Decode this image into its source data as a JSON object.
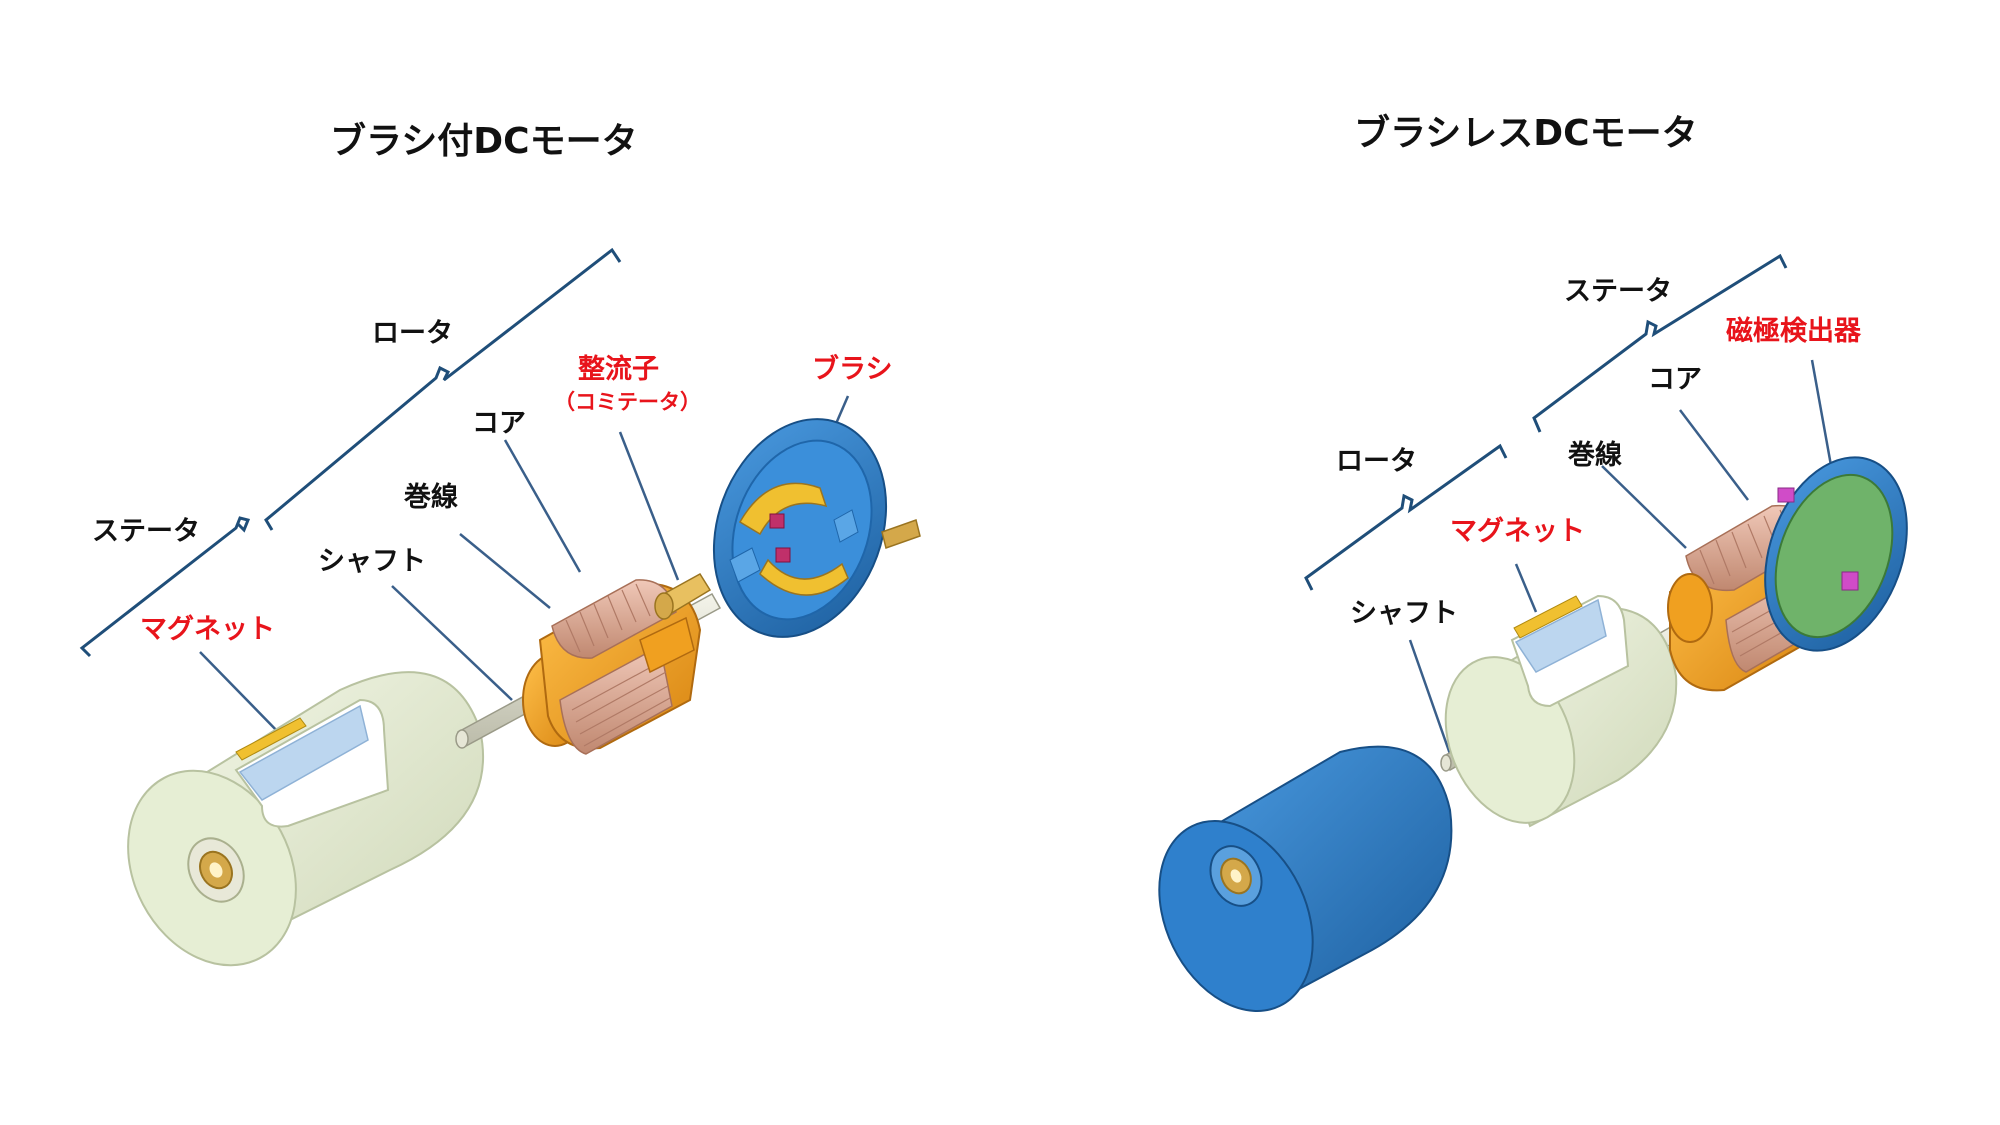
{
  "colors": {
    "label_black": "#111111",
    "label_red": "#e8141b",
    "bracket": "#1f4e79",
    "leader": "#3a5f8a",
    "housing": "#e4ecd2",
    "housing_shade": "#c9d3b4",
    "case_blue": "#2d82d0",
    "case_blue_dark": "#1f66aa",
    "winding_orange": "#f0a020",
    "winding_dark": "#b06a10",
    "copper": "#d9a08a",
    "brass": "#d4a84a",
    "magnet_blue": "#bcd6ef",
    "sensor_pink": "#d04cc8",
    "pcb_green": "#6fb36a"
  },
  "brushed": {
    "title": "ブラシ付DCモータ",
    "labels": {
      "stator": "ステータ",
      "magnet": "マグネット",
      "rotor": "ロータ",
      "shaft": "シャフト",
      "winding": "巻線",
      "core": "コア",
      "commutator": "整流子",
      "commutator_sub": "（コミテータ）",
      "brush": "ブラシ"
    }
  },
  "brushless": {
    "title": "ブラシレスDCモータ",
    "labels": {
      "stator": "ステータ",
      "hall_sensor": "磁極検出器",
      "core": "コア",
      "winding": "巻線",
      "rotor": "ロータ",
      "magnet": "マグネット",
      "shaft": "シャフト"
    }
  }
}
